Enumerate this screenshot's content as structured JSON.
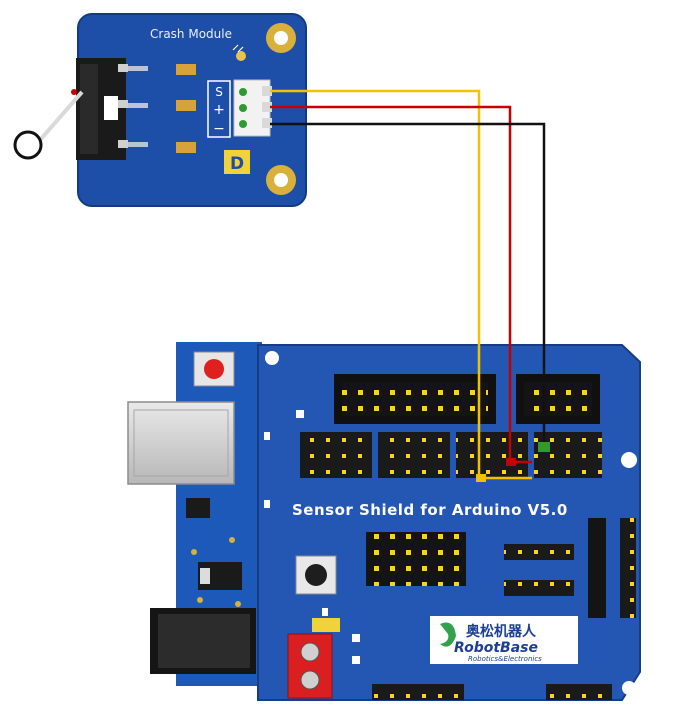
{
  "module": {
    "title": "Crash Module",
    "pins": [
      "S",
      "+",
      "−"
    ],
    "badge": "D"
  },
  "shield": {
    "title": "Sensor Shield for Arduino V5.0"
  },
  "brand": {
    "cn": "奥松机器人",
    "name": "RobotBase",
    "tagline": "Robotics&Electronics"
  },
  "wires": [
    {
      "signal": "S",
      "color": "#f2c200"
    },
    {
      "signal": "+",
      "color": "#c40000"
    },
    {
      "signal": "−",
      "color": "#111111"
    }
  ],
  "colors": {
    "board_blue": "#1e4fa8",
    "board_dark": "#13306e",
    "pin_yellow": "#ffd21f"
  }
}
